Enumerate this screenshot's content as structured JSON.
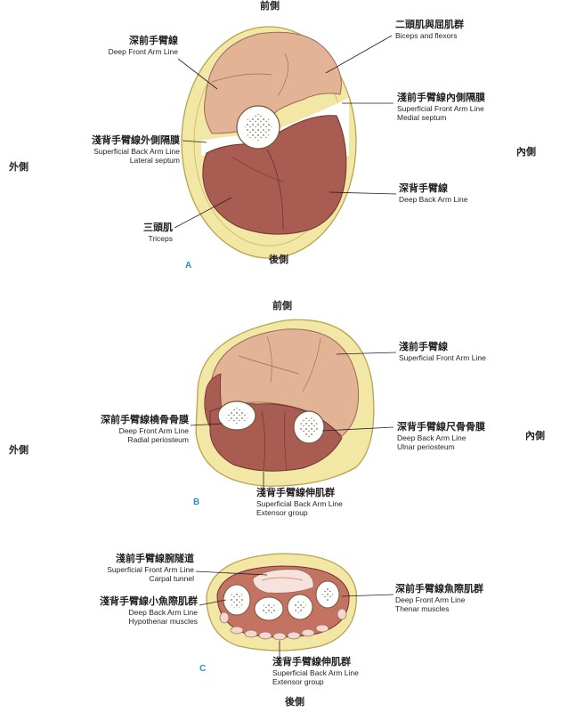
{
  "panels": {
    "a": {
      "letter": "A",
      "top": "前側",
      "bottom": "後側",
      "left": "外側",
      "right": "內側",
      "labels": {
        "deep_front": {
          "zh": "深前手臂線",
          "en": [
            "Deep Front Arm Line"
          ]
        },
        "biceps": {
          "zh": "二頭肌與屈肌群",
          "en": [
            "Biceps and flexors"
          ]
        },
        "medial_septum": {
          "zh": "淺前手臂線內側隔膜",
          "en": [
            "Superficial Front Arm Line",
            "Medial septum"
          ]
        },
        "lateral_septum": {
          "zh": "淺背手臂線外側隔膜",
          "en": [
            "Superficial Back Arm Line",
            "Lateral septum"
          ]
        },
        "deep_back": {
          "zh": "深背手臂線",
          "en": [
            "Deep Back Arm Line"
          ]
        },
        "triceps": {
          "zh": "三頭肌",
          "en": [
            "Triceps"
          ]
        }
      }
    },
    "b": {
      "letter": "B",
      "top": "前側",
      "left": "外側",
      "right": "內側",
      "labels": {
        "superficial_front": {
          "zh": "淺前手臂線",
          "en": [
            "Superficial Front Arm Line"
          ]
        },
        "radial": {
          "zh": "深前手臂線橈骨骨膜",
          "en": [
            "Deep Front Arm Line",
            "Radial periosteum"
          ]
        },
        "ulnar": {
          "zh": "深背手臂線尺骨骨膜",
          "en": [
            "Deep Back Arm Line",
            "Ulnar periosteum"
          ]
        },
        "extensor": {
          "zh": "淺背手臂線伸肌群",
          "en": [
            "Superficial Back Arm Line",
            "Extensor group"
          ]
        }
      }
    },
    "c": {
      "letter": "C",
      "bottom": "後側",
      "labels": {
        "carpal": {
          "zh": "淺前手臂線腕隧道",
          "en": [
            "Superficial Front Arm Line",
            "Carpal tunnel"
          ]
        },
        "hypothenar": {
          "zh": "淺背手臂線小魚際肌群",
          "en": [
            "Deep Back Arm Line",
            "Hypothenar muscles"
          ]
        },
        "thenar": {
          "zh": "深前手臂線魚際肌群",
          "en": [
            "Deep Front Arm Line",
            "Thenar muscles"
          ]
        },
        "extensor": {
          "zh": "淺背手臂線伸肌群",
          "en": [
            "Superficial Back Arm Line",
            "Extensor group"
          ]
        }
      }
    }
  },
  "colors": {
    "fat": "#f3e7a6",
    "fat_edge": "#b8a34e",
    "front_muscle": "#e3b396",
    "back_muscle": "#a95c52",
    "bone": "#ffffff",
    "label_letter": "#2a8fc4"
  }
}
